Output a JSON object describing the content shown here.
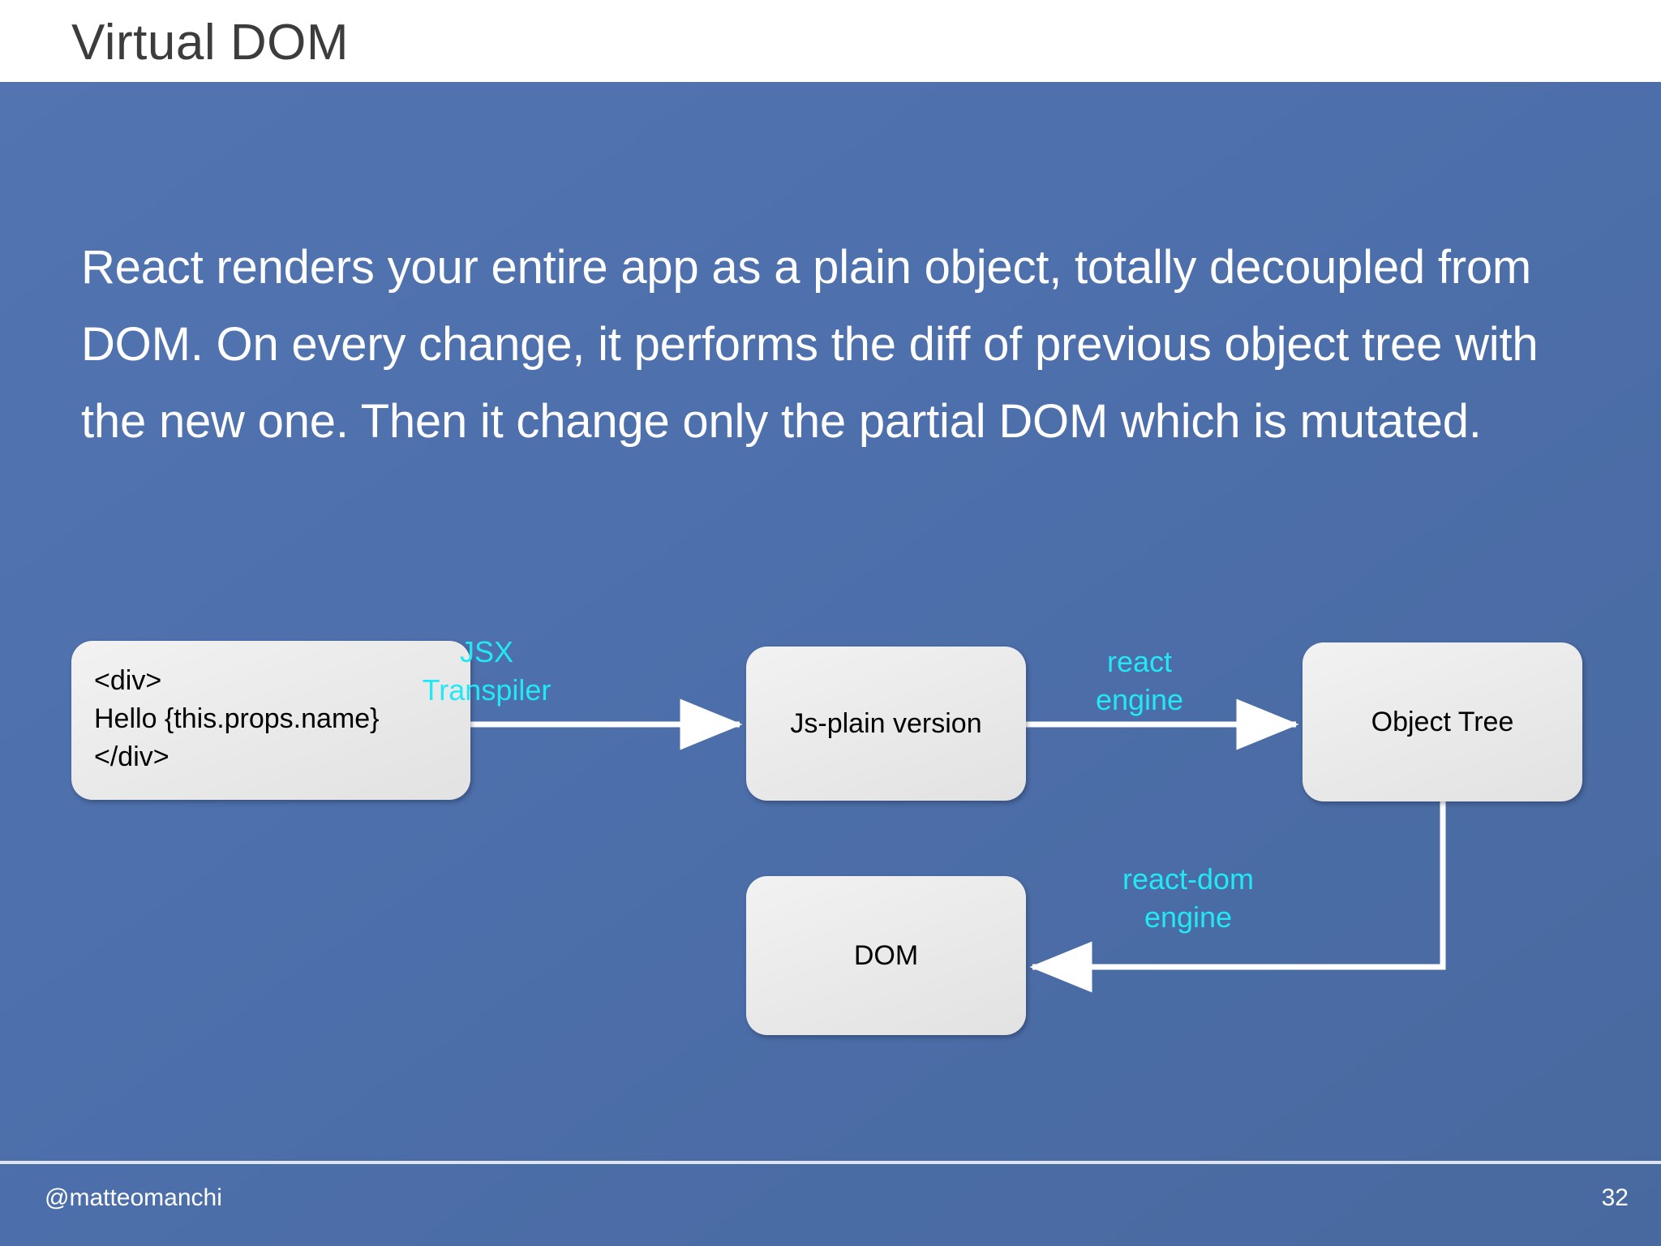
{
  "header": {
    "title": "Virtual DOM"
  },
  "body": {
    "paragraph": "React renders your entire app as a plain object, totally decoupled from DOM. On every change, it performs the diff of previous object tree with the new one. Then it change only the partial DOM which is mutated."
  },
  "diagram": {
    "nodes": [
      {
        "id": "code",
        "label": "<div>\nHello {this.props.name}\n</div>"
      },
      {
        "id": "js-plain",
        "label": "Js-plain version"
      },
      {
        "id": "object-tree",
        "label": "Object Tree"
      },
      {
        "id": "dom",
        "label": "DOM"
      }
    ],
    "edges": [
      {
        "id": "jsx-transpiler",
        "label": "JSX\nTranspiler",
        "from": "code",
        "to": "js-plain"
      },
      {
        "id": "react-engine",
        "label": "react\nengine",
        "from": "js-plain",
        "to": "object-tree"
      },
      {
        "id": "react-dom-engine",
        "label": "react-dom\nengine",
        "from": "object-tree",
        "to": "dom"
      }
    ]
  },
  "footer": {
    "handle": "@matteomanchi",
    "page_number": "32"
  },
  "colors": {
    "background_blue": "#4d6fab",
    "header_background": "#ffffff",
    "title_text": "#3c3c3c",
    "body_text": "#ffffff",
    "node_fill": "#e9e9e9",
    "node_text": "#000000",
    "edge_label_cyan": "#22e8f5",
    "arrow_stroke": "#ffffff"
  }
}
